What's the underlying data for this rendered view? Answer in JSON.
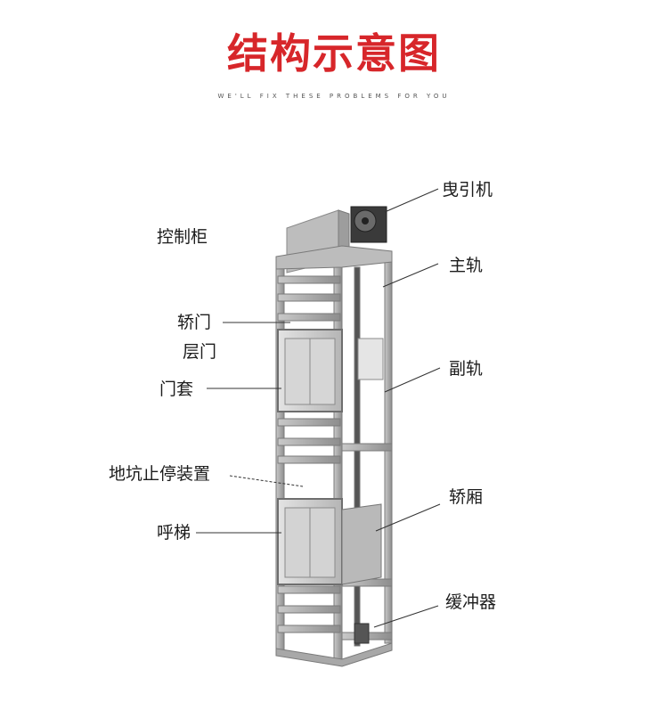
{
  "header": {
    "title": "结构示意图",
    "subtitle": "WE'LL FIX THESE PROBLEMS FOR YOU"
  },
  "labels": {
    "traction_machine": "曳引机",
    "control_cabinet": "控制柜",
    "main_rail": "主轨",
    "car_door": "轿门",
    "landing_door": "层门",
    "door_frame": "门套",
    "auxiliary_rail": "副轨",
    "pit_stop_device": "地坑止停装置",
    "car": "轿厢",
    "call_button": "呼梯",
    "buffer": "缓冲器"
  },
  "colors": {
    "title": "#d7262a",
    "frame": "#9a9a9a",
    "frame_dark": "#6e6e6e",
    "leader_line": "#333333"
  }
}
